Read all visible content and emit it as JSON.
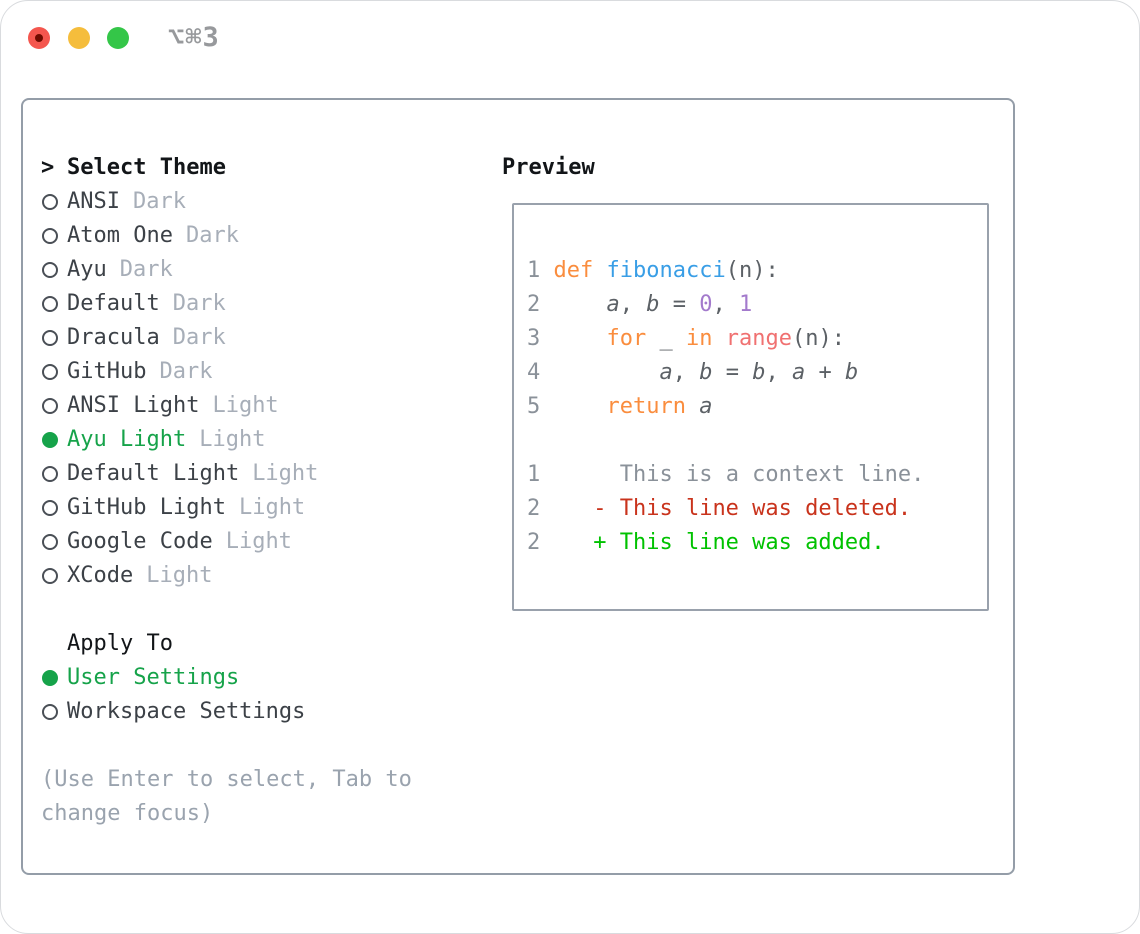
{
  "window": {
    "title": "⌥⌘3"
  },
  "left": {
    "header_prefix": ">",
    "header_label": "Select Theme",
    "themes": [
      {
        "name": "ANSI",
        "variant": "Dark",
        "selected": false
      },
      {
        "name": "Atom One",
        "variant": "Dark",
        "selected": false
      },
      {
        "name": "Ayu",
        "variant": "Dark",
        "selected": false
      },
      {
        "name": "Default",
        "variant": "Dark",
        "selected": false
      },
      {
        "name": "Dracula",
        "variant": "Dark",
        "selected": false
      },
      {
        "name": "GitHub",
        "variant": "Dark",
        "selected": false
      },
      {
        "name": "ANSI Light",
        "variant": "Light",
        "selected": false
      },
      {
        "name": "Ayu Light",
        "variant": "Light",
        "selected": true
      },
      {
        "name": "Default Light",
        "variant": "Light",
        "selected": false
      },
      {
        "name": "GitHub Light",
        "variant": "Light",
        "selected": false
      },
      {
        "name": "Google Code",
        "variant": "Light",
        "selected": false
      },
      {
        "name": "XCode",
        "variant": "Light",
        "selected": false
      }
    ],
    "apply_to": {
      "label": "Apply To",
      "options": [
        {
          "name": "User Settings",
          "selected": true
        },
        {
          "name": "Workspace Settings",
          "selected": false
        }
      ]
    },
    "hint_lines": [
      "(Use Enter to select, Tab to",
      "change focus)"
    ]
  },
  "preview": {
    "label": "Preview",
    "code_lines": [
      [
        {
          "t": "1 ",
          "c": "ln"
        },
        {
          "t": "def ",
          "c": "kw"
        },
        {
          "t": "fibonacci",
          "c": "fn"
        },
        {
          "t": "(n):",
          "c": "fg"
        }
      ],
      [
        {
          "t": "2 ",
          "c": "ln"
        },
        {
          "t": "    ",
          "c": "fg"
        },
        {
          "t": "a",
          "c": "var"
        },
        {
          "t": ", ",
          "c": "fg"
        },
        {
          "t": "b",
          "c": "var"
        },
        {
          "t": " = ",
          "c": "fg"
        },
        {
          "t": "0",
          "c": "num"
        },
        {
          "t": ", ",
          "c": "fg"
        },
        {
          "t": "1",
          "c": "num"
        }
      ],
      [
        {
          "t": "3 ",
          "c": "ln"
        },
        {
          "t": "    ",
          "c": "fg"
        },
        {
          "t": "for",
          "c": "kw"
        },
        {
          "t": " _ ",
          "c": "fg"
        },
        {
          "t": "in",
          "c": "kw"
        },
        {
          "t": " ",
          "c": "fg"
        },
        {
          "t": "range",
          "c": "coral"
        },
        {
          "t": "(n):",
          "c": "fg"
        }
      ],
      [
        {
          "t": "4 ",
          "c": "ln"
        },
        {
          "t": "        ",
          "c": "fg"
        },
        {
          "t": "a",
          "c": "var"
        },
        {
          "t": ", ",
          "c": "fg"
        },
        {
          "t": "b",
          "c": "var"
        },
        {
          "t": " = ",
          "c": "fg"
        },
        {
          "t": "b",
          "c": "var"
        },
        {
          "t": ", ",
          "c": "fg"
        },
        {
          "t": "a",
          "c": "var"
        },
        {
          "t": " + ",
          "c": "fg"
        },
        {
          "t": "b",
          "c": "var"
        }
      ],
      [
        {
          "t": "5 ",
          "c": "ln"
        },
        {
          "t": "    ",
          "c": "fg"
        },
        {
          "t": "return",
          "c": "kw"
        },
        {
          "t": " ",
          "c": "fg"
        },
        {
          "t": "a",
          "c": "var"
        }
      ],
      [],
      [
        {
          "t": "1",
          "c": "ln"
        },
        {
          "t": "      ",
          "c": "fg"
        },
        {
          "t": "This is a context line.",
          "c": "ctx"
        }
      ],
      [
        {
          "t": "2",
          "c": "ln"
        },
        {
          "t": "    ",
          "c": "fg"
        },
        {
          "t": "- This line was deleted.",
          "c": "del"
        }
      ],
      [
        {
          "t": "2",
          "c": "ln"
        },
        {
          "t": "    ",
          "c": "fg"
        },
        {
          "t": "+ This line was added.",
          "c": "add"
        }
      ]
    ]
  },
  "colors": {
    "accent_green": "#16a34a",
    "black": "#121518",
    "label": "#3c4147",
    "suffix": "#a7aeb8",
    "hint": "#9aa3ae",
    "radio_stroke": "#4a4f56",
    "panel_border": "#949da8",
    "preview_border": "#99a1ac",
    "fg": "#5c6166",
    "ln": "#8a9199",
    "kw": "#fa8d3e",
    "fn": "#399ee6",
    "numlit": "#a37acc",
    "coral": "#f07171",
    "del": "#c9331c",
    "add": "#00c200",
    "traffic_red": "#f4564e",
    "traffic_red_dot": "#6f0b00",
    "traffic_yellow": "#f5bd3c",
    "traffic_green": "#34c648",
    "title_gray": "#97999c"
  }
}
